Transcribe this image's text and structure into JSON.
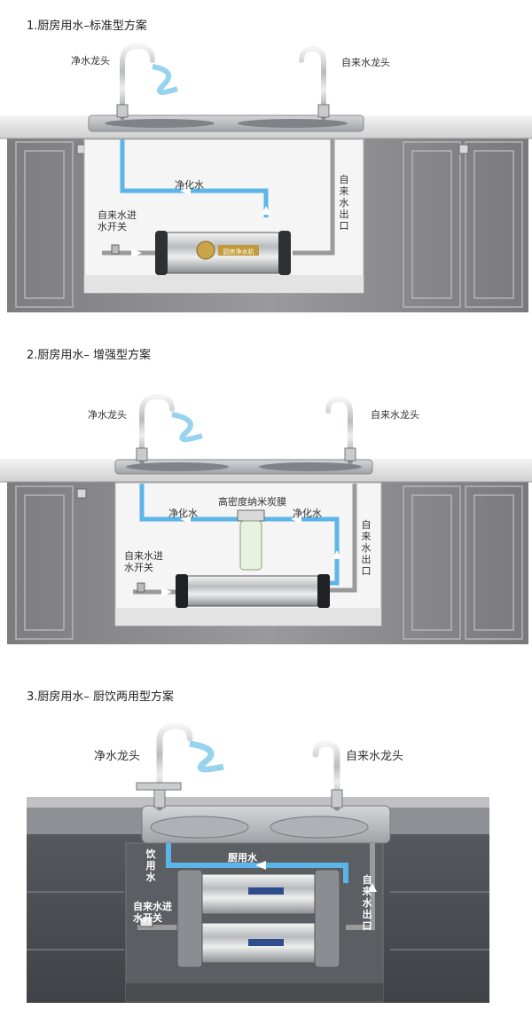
{
  "sections": [
    {
      "title": "1.厨房用水–标准型方案",
      "labels": {
        "purified_faucet": "净水龙头",
        "tap_faucet": "自来水龙头",
        "purified_water": "净化水",
        "tap_inlet_switch": "自来水进水开关",
        "tap_outlet": "自来水出口",
        "device_brand": "厨房净水机"
      }
    },
    {
      "title": "2.厨房用水– 增强型方案",
      "labels": {
        "purified_faucet": "净水龙头",
        "tap_faucet": "自来水龙头",
        "purified_water_left": "净化水",
        "purified_water_right": "净化水",
        "membrane": "高密度纳米炭膜",
        "tap_inlet_switch": "自来水进水开关",
        "tap_outlet": "自来水出口"
      }
    },
    {
      "title": "3.厨房用水– 厨饮两用型方案",
      "labels": {
        "purified_faucet": "净水龙头",
        "tap_faucet": "自来水龙头",
        "kitchen_water": "厨用水",
        "drinking_water": "饮用水",
        "tap_inlet_switch": "自来水进水开关",
        "tap_outlet": "自来水出口"
      }
    }
  ],
  "colors": {
    "purified_pipe": "#5bb5e8",
    "tap_pipe": "#9a9a9a",
    "cabinet": "#8c8c8e",
    "counter": "#e6e6e6"
  }
}
